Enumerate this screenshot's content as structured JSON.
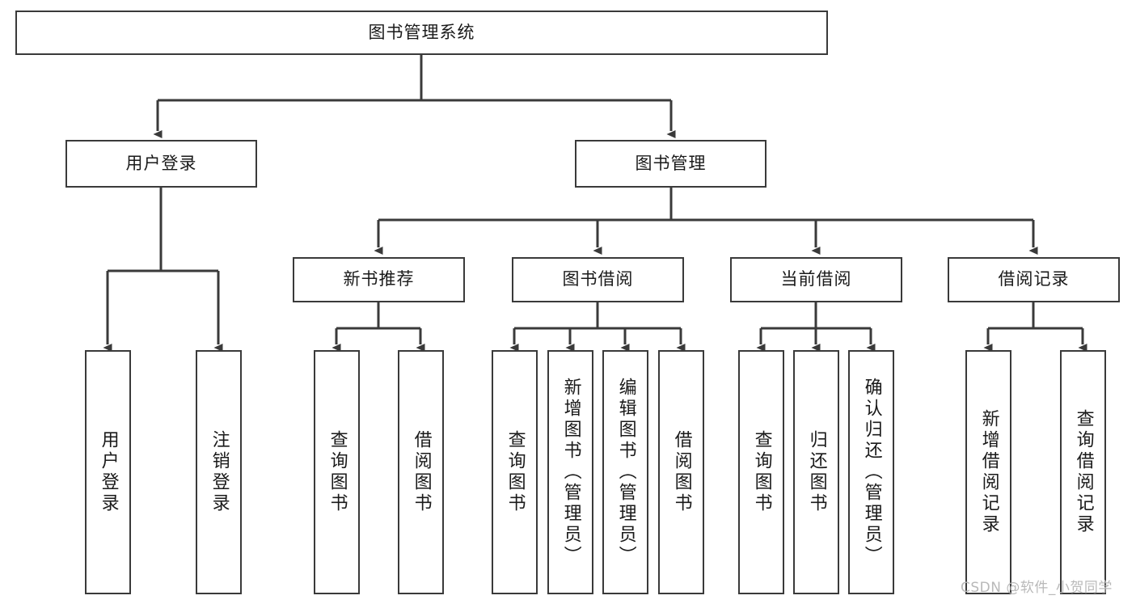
{
  "diagram": {
    "type": "hierarchy-tree",
    "title": "图书管理系统",
    "watermark": "CSDN @软件_小贺同学",
    "colors": {
      "stroke": "#3a3a3a",
      "fill": "#ffffff",
      "text": "#1a1a1a",
      "watermark": "#b9b9b9"
    },
    "nodes": {
      "root": {
        "label": "图书管理系统"
      },
      "level2": [
        {
          "label": "用户登录"
        },
        {
          "label": "图书管理"
        }
      ],
      "level3": [
        {
          "label": "新书推荐"
        },
        {
          "label": "图书借阅"
        },
        {
          "label": "当前借阅"
        },
        {
          "label": "借阅记录"
        }
      ],
      "leaves": {
        "user_login": [
          {
            "label": "用户登录"
          },
          {
            "label": "注销登录"
          }
        ],
        "new_book": [
          {
            "label": "查询图书"
          },
          {
            "label": "借阅图书"
          }
        ],
        "book_borrow": [
          {
            "label": "查询图书"
          },
          {
            "label": "新增图书（管理员）"
          },
          {
            "label": "编辑图书（管理员）"
          },
          {
            "label": "借阅图书"
          }
        ],
        "current_borrow": [
          {
            "label": "查询图书"
          },
          {
            "label": "归还图书"
          },
          {
            "label": "确认归还（管理员）"
          }
        ],
        "borrow_record": [
          {
            "label": "新增借阅记录"
          },
          {
            "label": "查询借阅记录"
          }
        ]
      }
    }
  }
}
